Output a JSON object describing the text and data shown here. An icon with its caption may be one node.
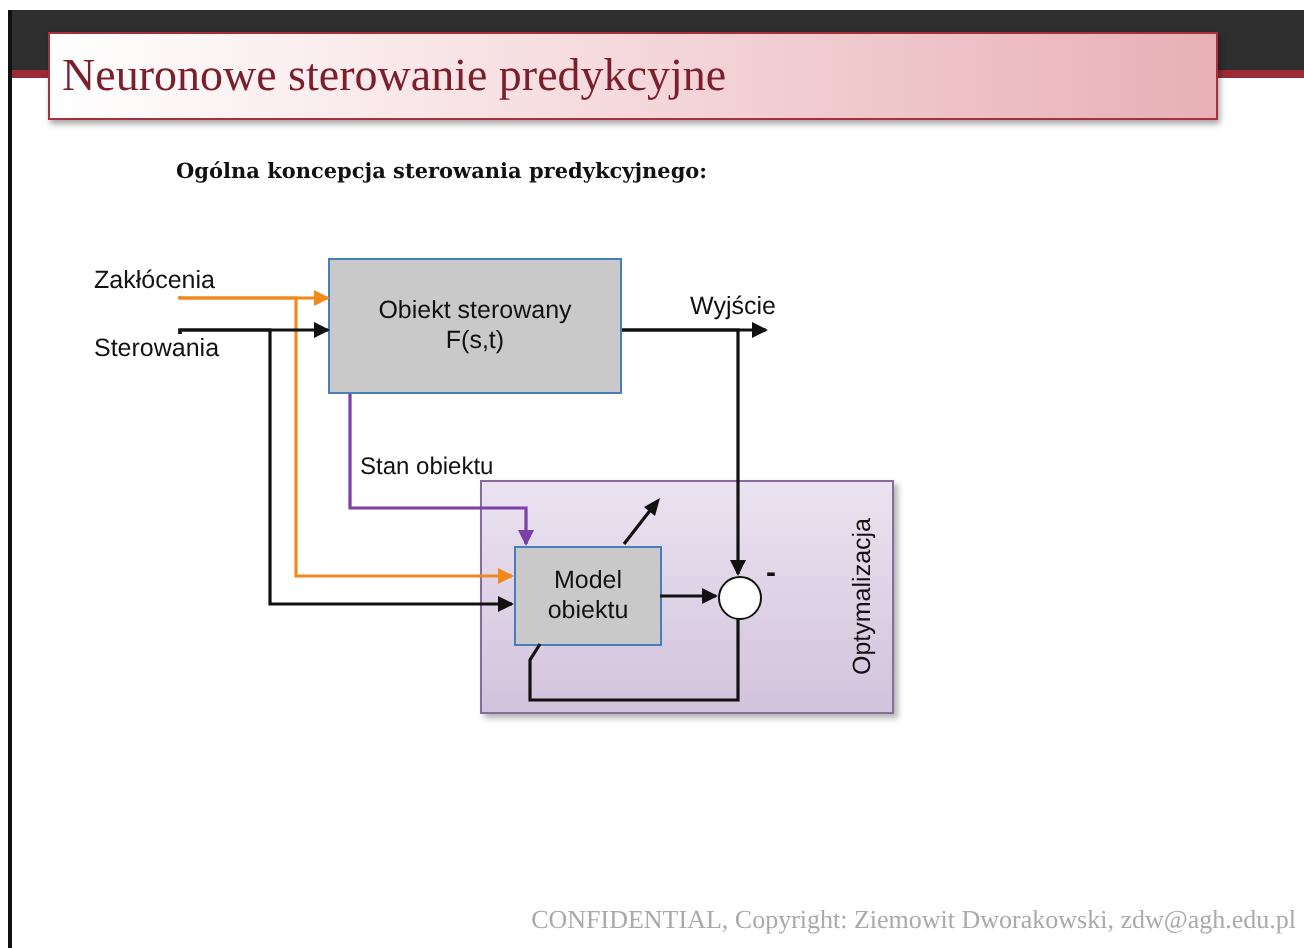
{
  "diagram": {
    "title": "Neuronowe sterowanie predykcyjne",
    "nodes": [
      {
        "text": [
          "Zakłócenia"
        ]
      },
      {
        "text": [
          "Sterowania"
        ]
      },
      {
        "text": [
          "Obiekt sterowany F(s,t)"
        ]
      },
      {
        "text": [
          "Wyjście"
        ]
      },
      {
        "text": [
          "Optymalizacja"
        ]
      },
      {
        "text": [
          "Model obiektu"
        ],
        "in": 4
      },
      {
        "text": [],
        "shape": "circle",
        "in": 4
      }
    ],
    "edges": [
      {
        "from": 0,
        "to": 2,
        "arrow": "to",
        "color": "#f0891e"
      },
      {
        "from": 0,
        "to": 5,
        "arrow": "to",
        "color": "#f0891e"
      },
      {
        "from": 1,
        "to": 2,
        "arrow": "to"
      },
      {
        "from": 1,
        "to": 5,
        "arrow": "to"
      },
      {
        "from": 2,
        "to": 5,
        "arrow": "to",
        "label": "Stan obiektu",
        "color": "#7b3fa8"
      },
      {
        "from": 2,
        "to": 3,
        "arrow": "to"
      },
      {
        "from": 2,
        "to": 6,
        "arrow": "to"
      },
      {
        "from": 5,
        "to": 6,
        "arrow": "to"
      },
      {
        "from": 6,
        "to": 5,
        "arrow": "none"
      }
    ],
    "labels": [
      "Ogólna koncepcja sterowania predykcyjnego:",
      "-",
      "CONFIDENTIAL, Copyright: Ziemowit Dworakowski, zdw@agh.edu.pl"
    ]
  }
}
